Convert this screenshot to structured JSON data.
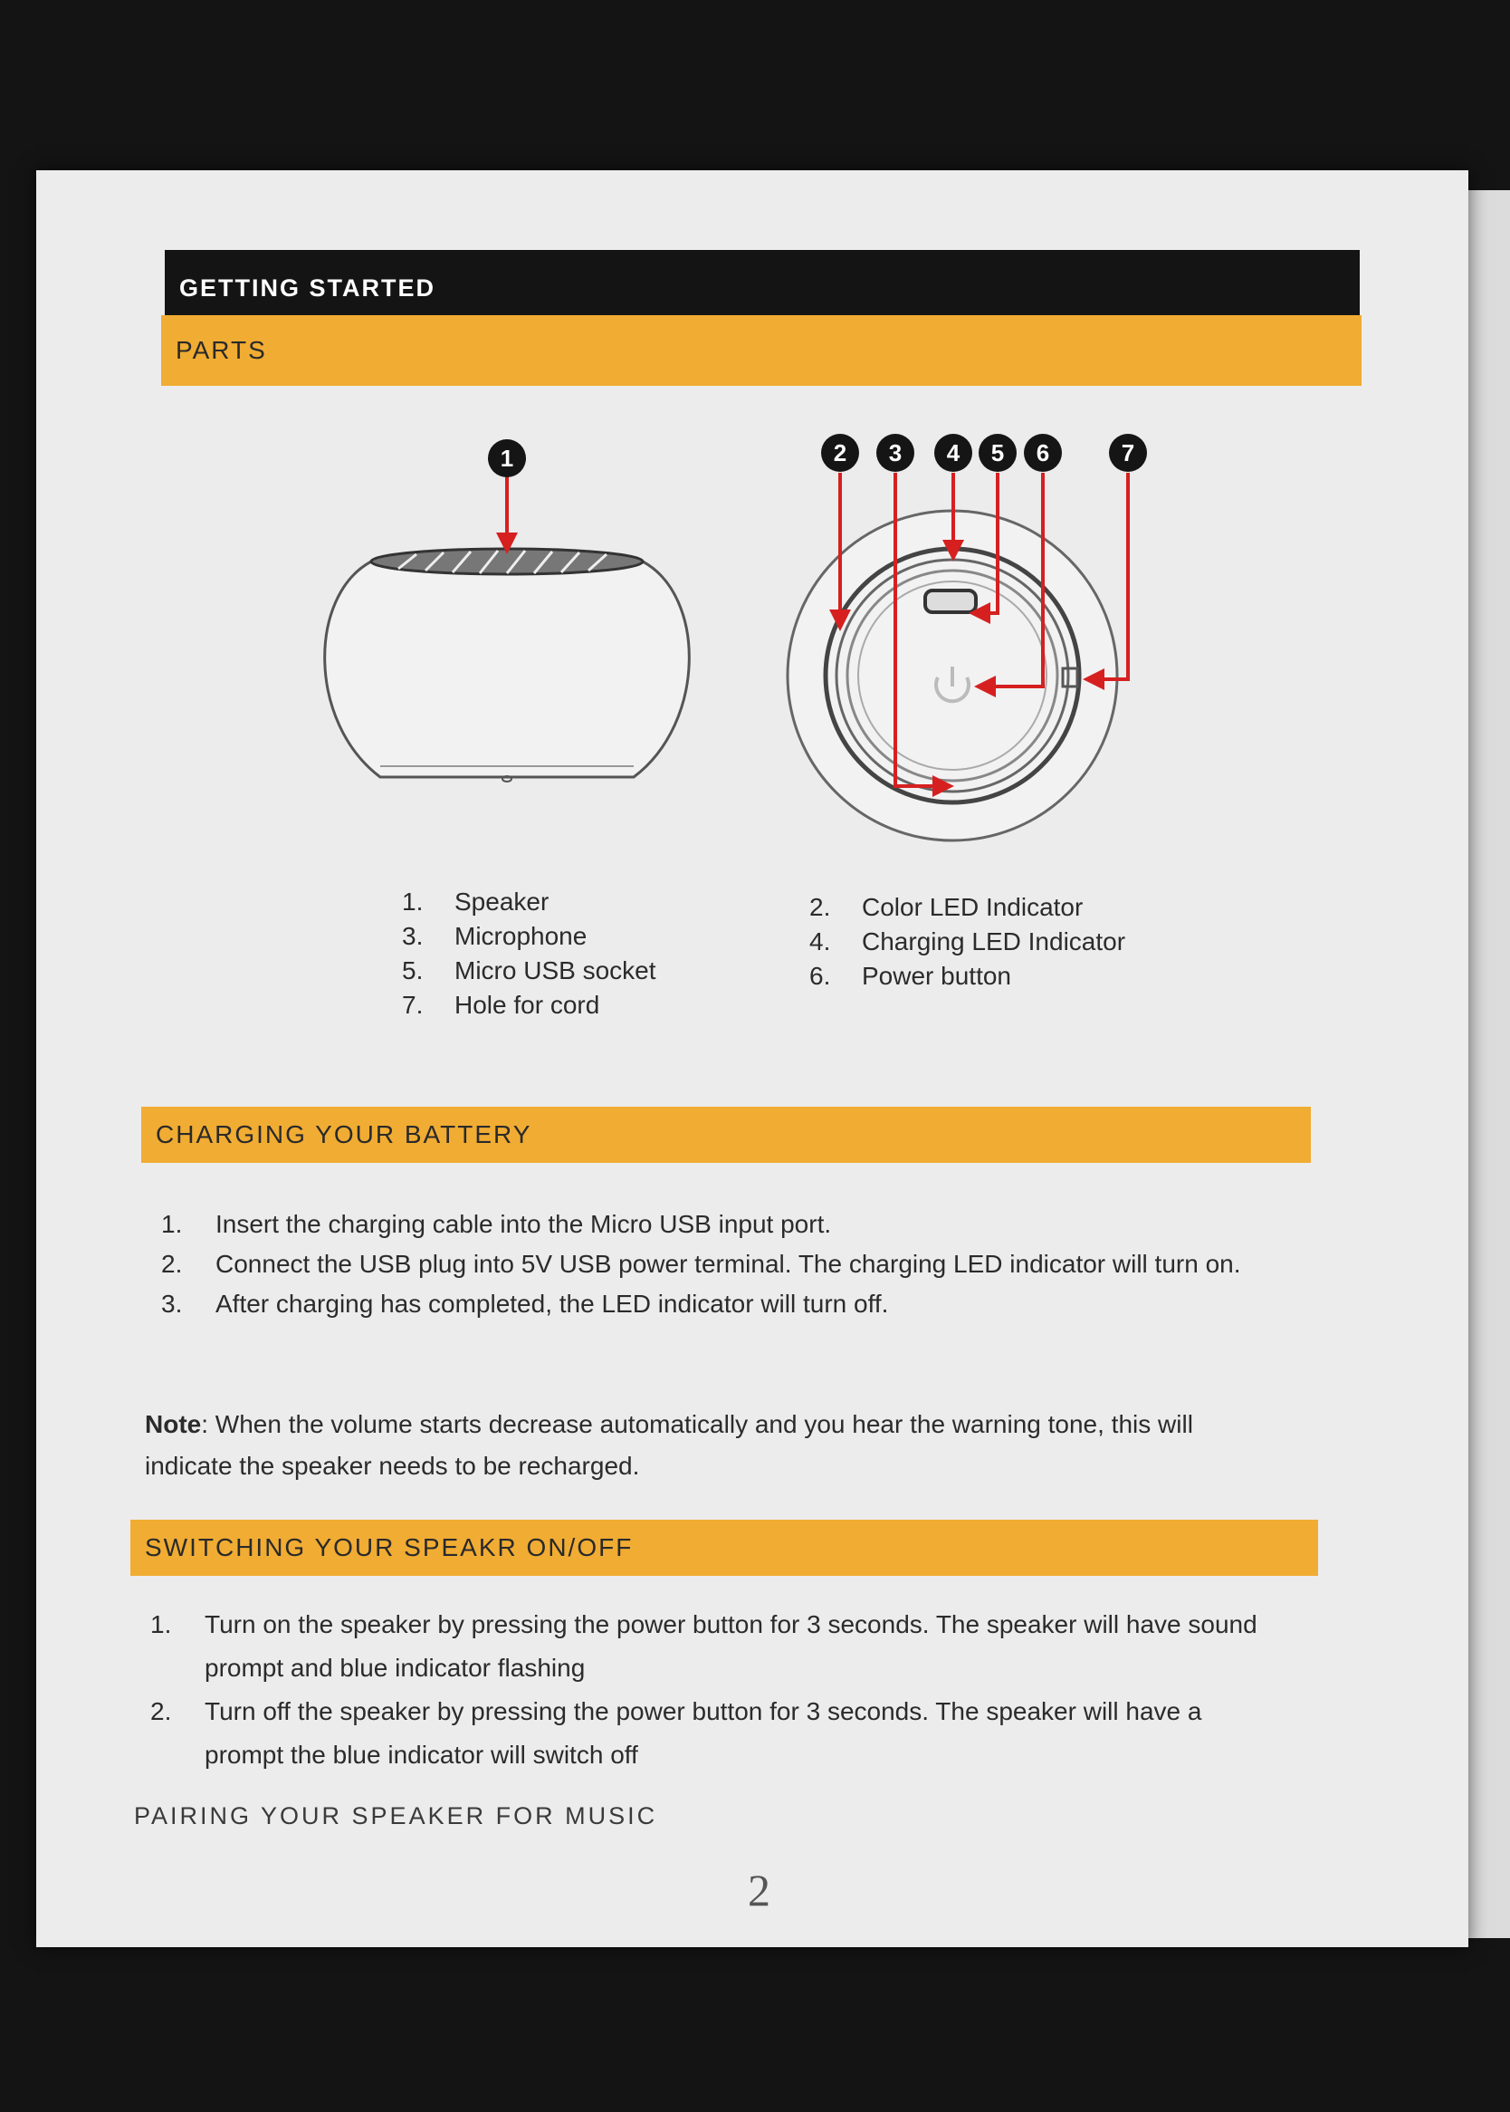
{
  "headers": {
    "getting_started": "GETTING STARTED",
    "parts": "PARTS",
    "charging": "CHARGING YOUR BATTERY",
    "switching": "SWITCHING YOUR SPEAKR ON/OFF",
    "pairing": "PAIRING YOUR SPEAKER FOR MUSIC"
  },
  "callouts": [
    "1",
    "2",
    "3",
    "4",
    "5",
    "6",
    "7"
  ],
  "parts_left": [
    {
      "num": "1.",
      "label": "Speaker"
    },
    {
      "num": "3.",
      "label": "Microphone"
    },
    {
      "num": "5.",
      "label": "Micro USB socket"
    },
    {
      "num": "7.",
      "label": "Hole for cord"
    }
  ],
  "parts_right": [
    {
      "num": "2.",
      "label": "Color LED Indicator"
    },
    {
      "num": "4.",
      "label": "Charging LED Indicator"
    },
    {
      "num": "6.",
      "label": "Power button"
    }
  ],
  "charging_steps": [
    {
      "num": "1.",
      "text": "Insert the charging cable into the Micro USB input port."
    },
    {
      "num": "2.",
      "text": "Connect the USB plug into 5V USB power terminal. The charging LED indicator will turn on."
    },
    {
      "num": "3.",
      "text": "After charging has completed, the LED indicator will turn off."
    }
  ],
  "note": {
    "label": "Note",
    "text": ": When the volume starts decrease automatically and you hear the warning tone, this will indicate the speaker needs to be recharged."
  },
  "switch_steps": [
    {
      "num": "1.",
      "text": "Turn on the speaker by pressing the power button for 3 seconds. The speaker will have sound prompt and blue indicator flashing"
    },
    {
      "num": "2.",
      "text": "Turn off the speaker by pressing the power button for 3 seconds. The speaker will have a prompt the blue indicator will switch off"
    }
  ],
  "page_number": "2",
  "colors": {
    "orange": "#f1ac33",
    "black_bar": "#141414",
    "arrow_red": "#d62020"
  }
}
